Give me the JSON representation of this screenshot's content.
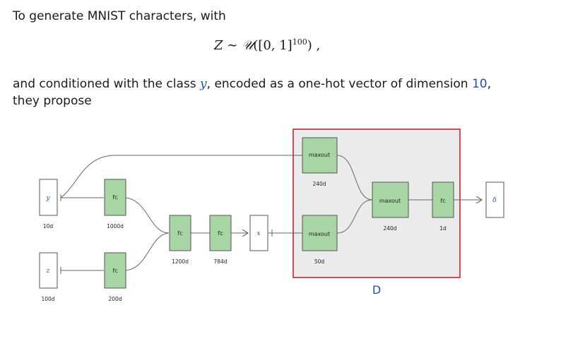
{
  "paragraph1": {
    "text": "To generate MNIST characters, with"
  },
  "formula": {
    "lhs": "Z",
    "rel": "∼",
    "dist": "𝒰",
    "arg": "([0, 1]",
    "exp": "100",
    "close": ")",
    "punct": ","
  },
  "paragraph2": {
    "line1_a": "and conditioned with the class ",
    "line1_var": "y",
    "line1_b": ", encoded as a one-hot vector of dimension ",
    "line1_num": "10",
    "line1_c": ",",
    "line2": "they propose"
  },
  "diagram": {
    "nodes": {
      "y_input": {
        "label": "y",
        "dim": "10d"
      },
      "z_input": {
        "label": "z",
        "dim": "100d"
      },
      "fc_y": {
        "label": "fc",
        "dim": "1000d"
      },
      "fc_z": {
        "label": "fc",
        "dim": "200d"
      },
      "fc_merge": {
        "label": "fc",
        "dim": "1200d"
      },
      "fc_out": {
        "label": "fc",
        "dim": "784d"
      },
      "x_output": {
        "label": "x"
      },
      "maxout_y": {
        "label": "maxout",
        "dim": "240d"
      },
      "maxout_x": {
        "label": "maxout",
        "dim": "50d"
      },
      "maxout_joint": {
        "label": "maxout",
        "dim": "240d"
      },
      "fc_final": {
        "label": "fc",
        "dim": "1d"
      },
      "delta_output": {
        "label": "δ"
      }
    },
    "discriminator_label": "D",
    "colors": {
      "node_fill": "#a8d5a4",
      "node_stroke": "#555555",
      "panel_fill": "#ebebeb",
      "panel_border": "#d0202a",
      "accent": "#1f4fbf"
    }
  }
}
